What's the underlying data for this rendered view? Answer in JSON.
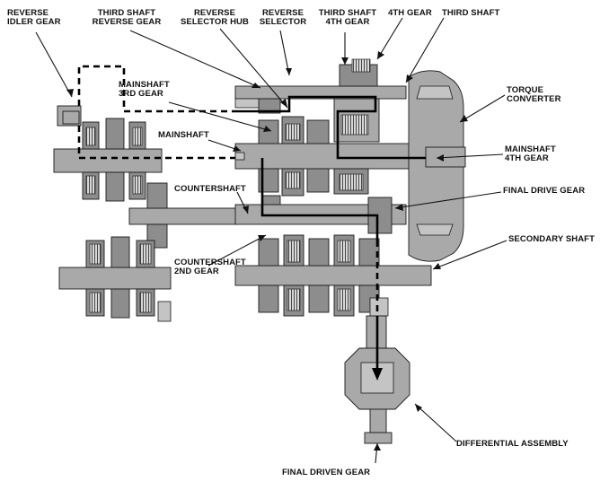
{
  "labels": {
    "reverse_idler_gear": "REVERSE\nIDLER GEAR",
    "third_shaft_reverse_gear": "THIRD SHAFT\nREVERSE GEAR",
    "reverse_selector_hub": "REVERSE\nSELECTOR HUB",
    "reverse_selector": "REVERSE\nSELECTOR",
    "third_shaft_4th_gear": "THIRD SHAFT\n4TH GEAR",
    "fourth_gear": "4TH GEAR",
    "third_shaft": "THIRD SHAFT",
    "torque_converter": "TORQUE\nCONVERTER",
    "mainshaft_3rd_gear": "MAINSHAFT\n3RD GEAR",
    "mainshaft": "MAINSHAFT",
    "mainshaft_4th_gear": "MAINSHAFT\n4TH GEAR",
    "countershaft": "COUNTERSHAFT",
    "final_drive_gear": "FINAL DRIVE GEAR",
    "countershaft_2nd_gear": "COUNTERSHAFT\n2ND GEAR",
    "secondary_shaft": "SECONDARY SHAFT",
    "differential_assembly": "DIFFERENTIAL ASSEMBLY",
    "final_driven_gear": "FINAL DRIVEN GEAR"
  },
  "colors": {
    "part_fill": "#a9a9a9",
    "outline": "#1a1a1a",
    "flow_line": "#000000",
    "background": "#ffffff"
  }
}
